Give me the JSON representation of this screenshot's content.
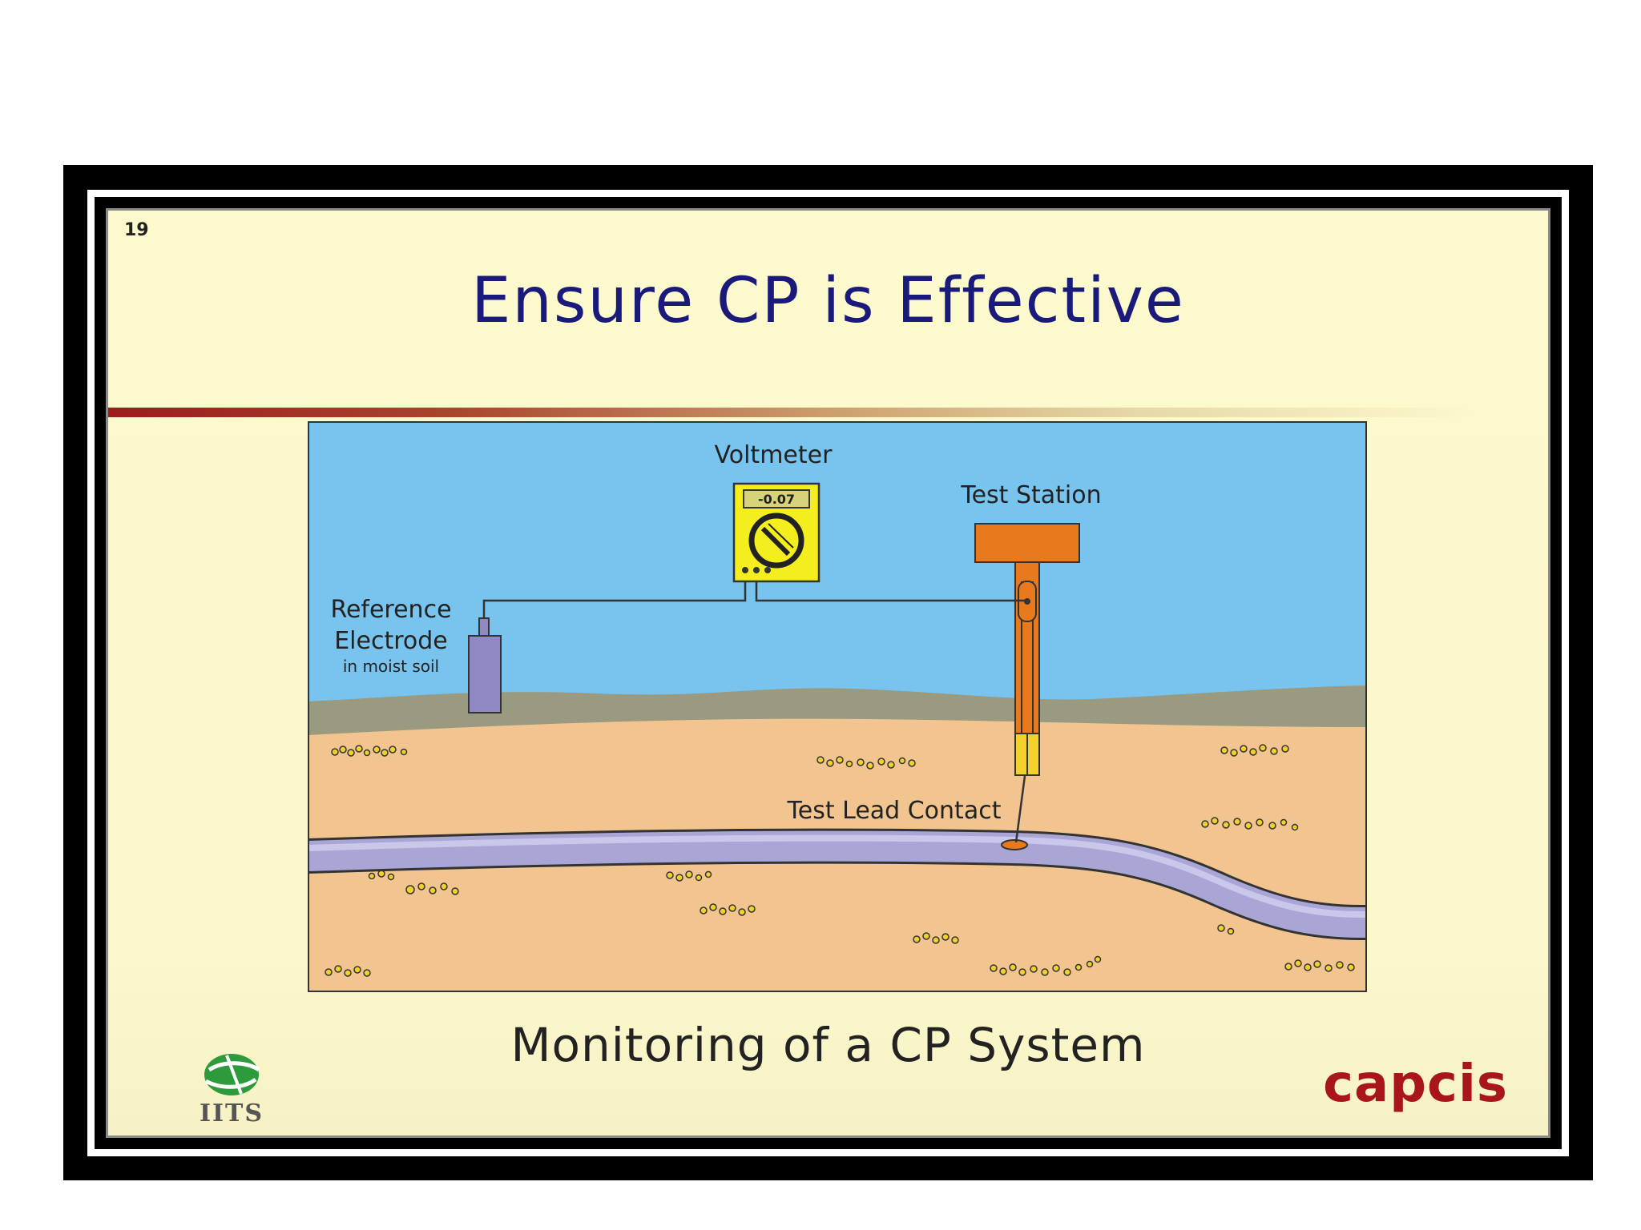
{
  "slide": {
    "number": "19",
    "title": "Ensure CP is Effective",
    "caption": "Monitoring of a CP System"
  },
  "diagram": {
    "voltmeter_label": "Voltmeter",
    "voltmeter_reading": "-0.07",
    "test_station_label": "Test Station",
    "reference_electrode_line1": "Reference",
    "reference_electrode_line2": "Electrode",
    "reference_electrode_note": "in moist soil",
    "test_lead_contact_label": "Test Lead Contact"
  },
  "logos": {
    "left": "IITS",
    "right": "capcis"
  },
  "colors": {
    "title": "#1a1a7a",
    "sky": "#78c4ee",
    "topsoil": "#9a9a80",
    "soil": "#f2c590",
    "pipe": "#a9a6d6",
    "voltmeter": "#f4ee1e",
    "test_station": "#e8791c",
    "electrode": "#8f88c2",
    "brand": "#a8161c"
  }
}
